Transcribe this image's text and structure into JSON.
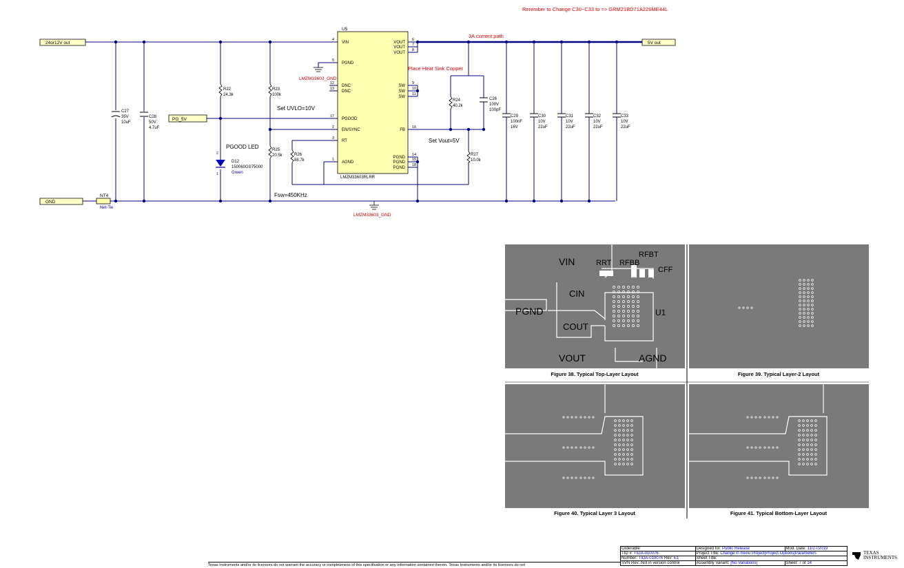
{
  "notes": {
    "reminder": "Rerember to Change C30~C33 to => GRM21BD71A226ME44L",
    "current_path": "3A current path",
    "heat_sink": "Place Heat Sink Copper",
    "uvlo": "Set UVLO=10V",
    "vout": "Set Vout=5V",
    "fsw": "Fsw=450KHz",
    "pgood_led": "PGOOD LED"
  },
  "nets": {
    "vin_port": "24or12V out",
    "vout_port": "5V out",
    "gnd_port": "GND",
    "pg_port": "PG_5V",
    "gnd_sym": "LMZM33603_GND"
  },
  "ic": {
    "ref": "U5",
    "part": "LMZM33603RLRR",
    "left_pins": [
      {
        "num": "4",
        "name": "VIN"
      },
      {
        "num": "5",
        "name": "PGND"
      },
      {
        "num": "12",
        "name": "DNC"
      },
      {
        "num": "13",
        "name": "DNC"
      },
      {
        "num": "17",
        "name": "PGOOD"
      },
      {
        "num": "2",
        "name": "EN/SYNC"
      },
      {
        "num": "3",
        "name": "RT"
      },
      {
        "num": "1",
        "name": "AGND"
      }
    ],
    "right_pins": [
      {
        "num": "6",
        "name": "VOUT"
      },
      {
        "num": "7",
        "name": "VOUT"
      },
      {
        "num": "8",
        "name": "VOUT"
      },
      {
        "num": "9",
        "name": "SW"
      },
      {
        "num": "10",
        "name": "SW"
      },
      {
        "num": "11",
        "name": "SW"
      },
      {
        "num": "16",
        "name": "FB"
      },
      {
        "num": "14",
        "name": "PGND"
      },
      {
        "num": "15",
        "name": "PGND"
      },
      {
        "num": "18",
        "name": "PGND"
      }
    ]
  },
  "components": {
    "nt4": {
      "ref": "NT4",
      "val": "Net-Tie"
    },
    "c27": {
      "ref": "C27",
      "v1": "35V",
      "v2": "10uF"
    },
    "c28": {
      "ref": "C28",
      "v1": "50V",
      "v2": "4.7uF"
    },
    "r22": {
      "ref": "R22",
      "val": "24.3k"
    },
    "d12": {
      "ref": "D12",
      "val": "150060GS75000",
      "color": "Green",
      "pin1": "1",
      "pin2": "2"
    },
    "r23": {
      "ref": "R23",
      "val": "100k"
    },
    "r25": {
      "ref": "R25",
      "val": "20.5k"
    },
    "r26": {
      "ref": "R26",
      "val": "88.7k"
    },
    "r24": {
      "ref": "R24",
      "val": "40.2k"
    },
    "c26": {
      "ref": "C26",
      "v1": "100V",
      "v2": "100pF"
    },
    "r27": {
      "ref": "R27",
      "val": "10.0k"
    },
    "c29": {
      "ref": "C29",
      "v1": "100nF",
      "v2": "16V"
    },
    "c30": {
      "ref": "C30",
      "v1": "10V",
      "v2": "22uF"
    },
    "c31": {
      "ref": "C31",
      "v1": "10V",
      "v2": "22uF"
    },
    "c32": {
      "ref": "C32",
      "v1": "10V",
      "v2": "22uF"
    },
    "c33": {
      "ref": "C33",
      "v1": "10V",
      "v2": "22uF"
    }
  },
  "layouts": {
    "fig38": "Figure 38. Typical Top-Layer Layout",
    "fig39": "Figure 39. Typical Layer-2 Layout",
    "fig40": "Figure 40. Typical Layer 3 Layout",
    "fig41": "Figure 41. Typical Bottom-Layer Layout",
    "top_labels": {
      "vin": "VIN",
      "pgnd": "PGND",
      "vout": "VOUT",
      "agnd": "AGND",
      "cin": "CIN",
      "cout": "COUT",
      "u1": "U1",
      "rrt": "RRT",
      "rfbb": "RFBB",
      "rfbt": "RFBT",
      "cff": "CFF"
    }
  },
  "title_block": {
    "orderable_k": "Orderable:",
    "orderable": "",
    "designed_k": "Designed for:",
    "designed": "Public Release",
    "mod_k": "Mod. Date:",
    "mod": "11/27/2019",
    "tid_k": "TID #:",
    "tid": "TIDA-010076",
    "proj_k": "Project Title:",
    "proj": "Change in menu Project|Project Options|Parameters",
    "number_k": "Number:",
    "number": "TIDA-010076",
    "rev_k": "Rev:",
    "rev": "E1",
    "sheet_title_k": "Sheet Title:",
    "sheet_title": "",
    "svn_k": "SVN Rev:",
    "svn": "Not in version control",
    "assembly_k": "Assembly Variant:",
    "assembly": "[No Variations]",
    "sheet_k": "Sheet:",
    "sheet": "7",
    "of_k": "of",
    "sheets": "14",
    "logo": "TEXAS INSTRUMENTS"
  },
  "disclaimer": "Texas Instruments and/or its licensors do not warrant the accuracy or completeness of this specification or any information contained therein. Texas Instruments and/or its licensors do not"
}
